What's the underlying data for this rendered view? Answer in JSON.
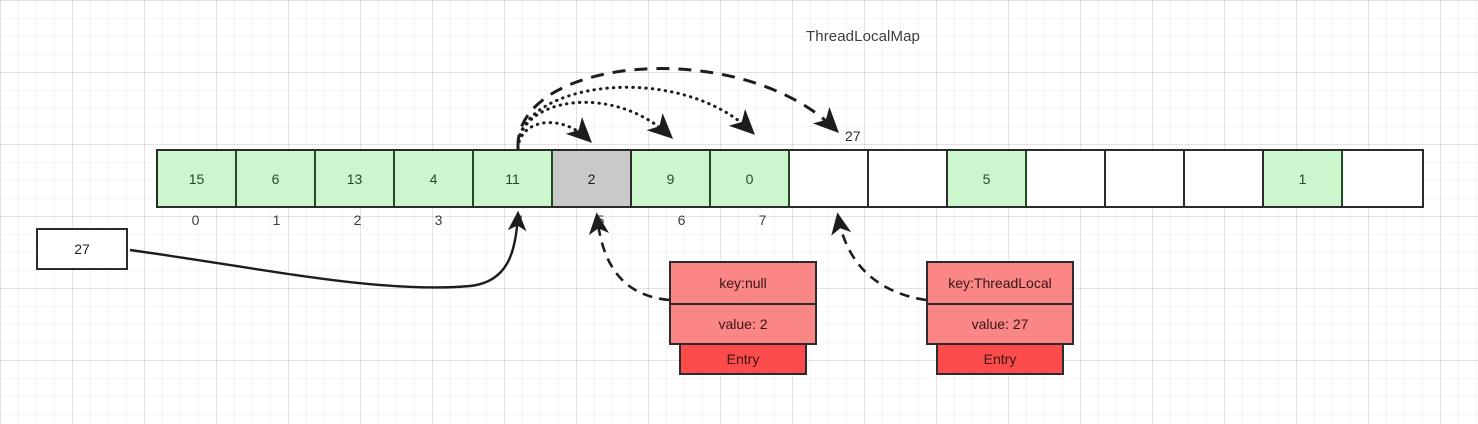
{
  "title": "ThreadLocalMap",
  "array": {
    "cells": [
      {
        "value": "15",
        "state": "filled"
      },
      {
        "value": "6",
        "state": "filled"
      },
      {
        "value": "13",
        "state": "filled"
      },
      {
        "value": "4",
        "state": "filled"
      },
      {
        "value": "11",
        "state": "filled"
      },
      {
        "value": "2",
        "state": "gray"
      },
      {
        "value": "9",
        "state": "filled"
      },
      {
        "value": "0",
        "state": "filled"
      },
      {
        "value": "",
        "state": "empty"
      },
      {
        "value": "",
        "state": "empty"
      },
      {
        "value": "5",
        "state": "filled"
      },
      {
        "value": "",
        "state": "empty"
      },
      {
        "value": "",
        "state": "empty"
      },
      {
        "value": "",
        "state": "empty"
      },
      {
        "value": "1",
        "state": "filled"
      },
      {
        "value": "",
        "state": "empty"
      }
    ],
    "indices": [
      "0",
      "1",
      "2",
      "3",
      "4",
      "5",
      "6",
      "7"
    ]
  },
  "source_box": {
    "value": "27"
  },
  "probe_arrow_label": "27",
  "entries": [
    {
      "key": "key:null",
      "value": "value: 2",
      "label": "Entry"
    },
    {
      "key": "key:ThreadLocal",
      "value": "value: 27",
      "label": "Entry"
    }
  ],
  "colors": {
    "filled_cell": "#ccf7cd",
    "gray_cell": "#c9c9c9",
    "entry_kv": "#fa8686",
    "entry_label": "#fb4b4b",
    "stroke": "#2b2b2b"
  }
}
